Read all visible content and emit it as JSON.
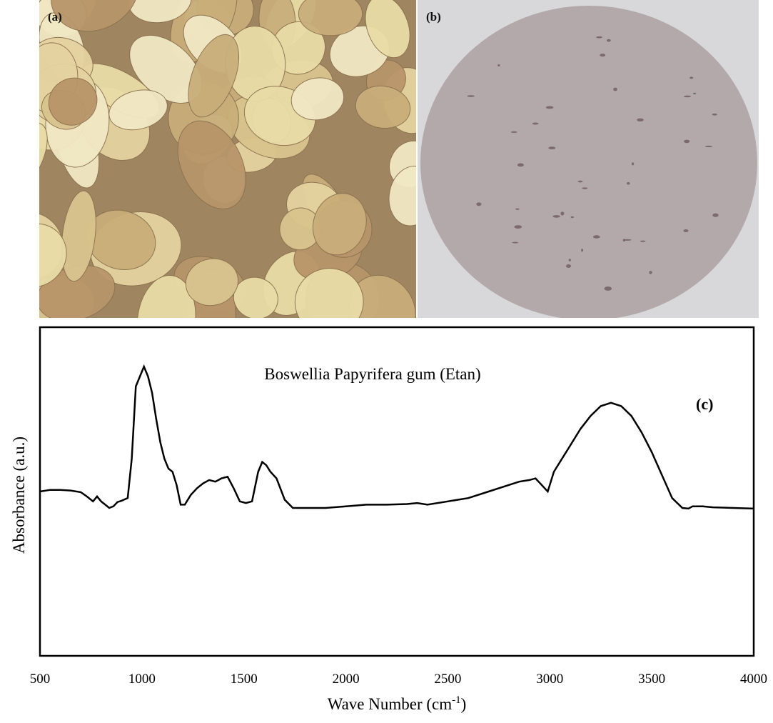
{
  "panels": {
    "a_label": "(a)",
    "b_label": "(b)",
    "c_label": "(c)"
  },
  "photos": {
    "a_colors": [
      "#e9dca6",
      "#d9c48e",
      "#c9ae7a",
      "#f1e8c4",
      "#b8956a",
      "#e4d3a0"
    ],
    "b_colors": {
      "dish_rim": "#d8d8da",
      "liquid": "#b3a9ab",
      "speck": "#6e5a5c"
    }
  },
  "chart_data": {
    "type": "line",
    "title": "Boswellia Papyrifera gum (Etan)",
    "xlabel": "Wave Number (cm-1)",
    "xlabel_main": "Wave Number (cm",
    "xlabel_sup": "-1",
    "xlabel_end": ")",
    "ylabel": "Absorbance (a.u.)",
    "xlim": [
      500,
      4000
    ],
    "ylim": [
      0,
      1
    ],
    "xticks": [
      500,
      1000,
      1500,
      2000,
      2500,
      3000,
      3500,
      4000
    ],
    "grid": false,
    "line_color": "#000000",
    "series": [
      {
        "x": [
          500,
          550,
          600,
          650,
          700,
          730,
          760,
          780,
          800,
          820,
          840,
          860,
          880,
          900,
          930,
          950,
          970,
          990,
          1010,
          1030,
          1050,
          1070,
          1090,
          1110,
          1130,
          1150,
          1170,
          1190,
          1210,
          1240,
          1270,
          1300,
          1330,
          1360,
          1390,
          1420,
          1450,
          1480,
          1510,
          1540,
          1570,
          1590,
          1610,
          1630,
          1660,
          1700,
          1740,
          1800,
          1900,
          2000,
          2100,
          2200,
          2300,
          2350,
          2400,
          2500,
          2600,
          2700,
          2800,
          2850,
          2900,
          2930,
          2960,
          2990,
          3020,
          3060,
          3100,
          3150,
          3200,
          3250,
          3300,
          3350,
          3400,
          3450,
          3500,
          3550,
          3600,
          3650,
          3680,
          3700,
          3750,
          3800,
          3900,
          4000
        ],
        "y": [
          0.5,
          0.505,
          0.505,
          0.503,
          0.498,
          0.485,
          0.47,
          0.485,
          0.47,
          0.46,
          0.45,
          0.455,
          0.468,
          0.472,
          0.48,
          0.6,
          0.82,
          0.85,
          0.88,
          0.85,
          0.8,
          0.72,
          0.65,
          0.6,
          0.57,
          0.56,
          0.52,
          0.46,
          0.46,
          0.49,
          0.51,
          0.525,
          0.535,
          0.53,
          0.54,
          0.545,
          0.51,
          0.47,
          0.465,
          0.47,
          0.56,
          0.59,
          0.58,
          0.56,
          0.54,
          0.475,
          0.45,
          0.45,
          0.45,
          0.455,
          0.46,
          0.46,
          0.462,
          0.465,
          0.46,
          0.47,
          0.48,
          0.5,
          0.52,
          0.53,
          0.535,
          0.54,
          0.52,
          0.5,
          0.56,
          0.6,
          0.64,
          0.69,
          0.73,
          0.76,
          0.77,
          0.76,
          0.73,
          0.68,
          0.62,
          0.55,
          0.48,
          0.45,
          0.448,
          0.455,
          0.455,
          0.452,
          0.45,
          0.448
        ]
      }
    ]
  }
}
